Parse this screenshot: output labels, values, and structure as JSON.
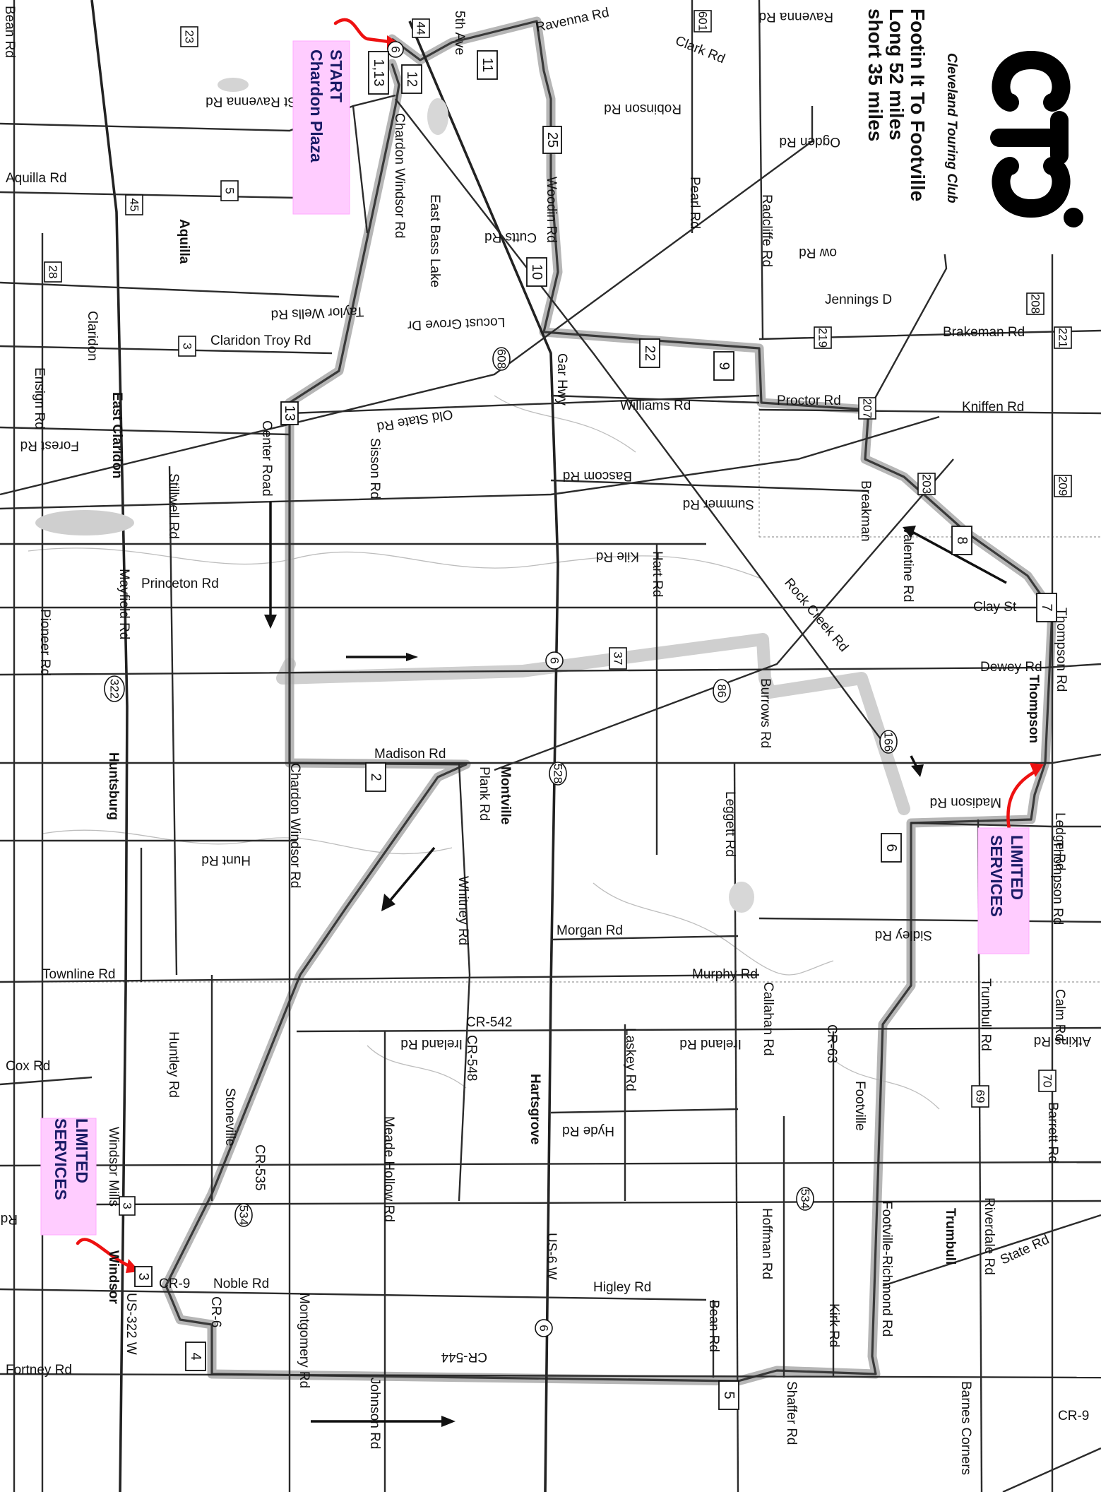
{
  "map": {
    "title_lines": [
      "Footin It To Footville",
      "Long 52 miles",
      "short 35 miles"
    ],
    "club": "Cleveland Touring Club",
    "logo_text": "CTC",
    "callouts": {
      "start_line1": "START",
      "start_line2": "Chardon Plaza",
      "limited_services_east_line1": "LIMITED",
      "limited_services_east_line2": "SERVICES",
      "limited_services_west_line1": "LIMITED",
      "limited_services_west_line2": "SERVICES"
    },
    "towns": {
      "aquilla": "Aquilla",
      "east_claridon": "East Claridon",
      "huntsburg": "Huntsburg",
      "montville": "Montville",
      "hartsgrove": "Hartsgrove",
      "thompson": "Thompson",
      "trumbull": "Trumbull",
      "footville": "Footville",
      "windsor": "Windsor",
      "windsor_mills": "Windsor Mills",
      "barnes_corners": "Barnes Corners",
      "east_bass_lake": "East Bass Lake",
      "claridon": "Claridon"
    },
    "roads": {
      "ravenna_top": "Ravenna Rd",
      "st_ravenna": "St Ravenna Rd",
      "ravenna_right": "Ravenna Rd",
      "aquilla_rd": "Aquilla Rd",
      "bean_rd": "Bean Rd",
      "fifth_ave": "5th Ave",
      "clark_rd": "Clark Rd",
      "robinson_rd": "Robinson Rd",
      "chardon_windsor_top": "Chardon Windsor Rd",
      "woodin_rd": "Woodin Rd",
      "cutts_rd": "Cutts Rd",
      "pearl_rd": "Pearl Rd",
      "radcliffe_rd": "Radcliffe Rd",
      "ogden_rd": "Ogden Rd",
      "ow_rd": "ow Rd",
      "taylor_wells": "Taylor Wells Rd",
      "locust_grove": "Locust Grove Dr",
      "jennings": "Jennings D",
      "claridon_troy": "Claridon Troy Rd",
      "brakeman": "Brakeman Rd",
      "gar_hwy": "Gar Hwy",
      "williams": "Williams Rd",
      "proctor": "Proctor Rd",
      "kniffen": "Kniffen Rd",
      "old_state": "Old State Rd",
      "forest": "Forest Rd",
      "ensign": "Ensign Rd",
      "stillwell": "Stillwell Rd",
      "center": "Center Road",
      "sisson": "Sisson Rd",
      "bascom": "Bascom Rd",
      "summer": "Summer Rd",
      "breakman": "Breakman",
      "valentine": "Valentine Rd",
      "kile": "Kile Rd",
      "hart": "Hart Rd",
      "mayfield": "Mayfield Rd",
      "princeton": "Princeton Rd",
      "pioneer": "Pioneer Rd",
      "clay_st": "Clay St",
      "thompson_rd_top": "Thompson Rd",
      "rock_creek": "Rock Creek Rd",
      "burrows": "Burrows Rd",
      "dewey": "Dewey Rd",
      "madison_left": "Madison Rd",
      "madison_right": "Madison Rd",
      "plank": "Plank Rd",
      "chardon_windsor_mid": "Chardon Windsor Rd",
      "leggett": "Leggett Rd",
      "ledge": "Ledge Rd",
      "thompson_rd_mid": "Thompson Rd",
      "hunt": "Hunt Rd",
      "whitney": "Whitney Rd",
      "sidley": "Sidley Rd",
      "morgan": "Morgan Rd",
      "murphy": "Murphy Rd",
      "townline": "Townline Rd",
      "calm": "Calm Rd",
      "cr542": "CR-542",
      "ireland_left": "Ireland Rd",
      "ireland_right": "Ireland Rd",
      "callahan": "Callahan Rd",
      "cr63": "CR-63",
      "atkins": "Atkins Rd",
      "cr548": "CR-548",
      "laskey": "Laskey Rd",
      "trumbull_rd": "Trumbull Rd",
      "barrett": "Barrett Rd",
      "cox": "Cox Rd",
      "huntley": "Huntley Rd",
      "stoneville": "Stoneville",
      "hyde": "Hyde Rd",
      "meade_hollow": "Meade Hollow Rd",
      "cr535": "CR-535",
      "hoffman": "Hoffman Rd",
      "riverdale": "Riverdale Rd",
      "footville_richmond": "Footville-Richmond Rd",
      "us6w": "US-6 W",
      "rd_left": "Rd",
      "state_rd": "State Rd",
      "cr9_left": "CR-9",
      "noble": "Noble Rd",
      "cr6": "CR-6",
      "higley": "Higley Rd",
      "bean_rd_south": "Bean Rd",
      "kirk": "Kirk Rd",
      "us322w": "US-322 W",
      "montgomery": "Montgomery Rd",
      "cr544": "CR-544",
      "fortney": "Fortney Rd",
      "johnson": "Johnson Rd",
      "shaffer": "Shaffer Rd",
      "cr9_right": "CR-9"
    },
    "cue_numbers": [
      "1,13",
      "12",
      "11",
      "25",
      "10",
      "22",
      "9",
      "8",
      "7",
      "6",
      "5",
      "4",
      "3",
      "2",
      "13"
    ],
    "route_shields": [
      "44",
      "6",
      "601",
      "23",
      "45",
      "28",
      "3",
      "5",
      "608",
      "219",
      "207",
      "208",
      "221",
      "209",
      "203",
      "37",
      "6",
      "86",
      "322",
      "528",
      "166",
      "7",
      "69",
      "70",
      "534",
      "534",
      "6",
      "3"
    ]
  }
}
